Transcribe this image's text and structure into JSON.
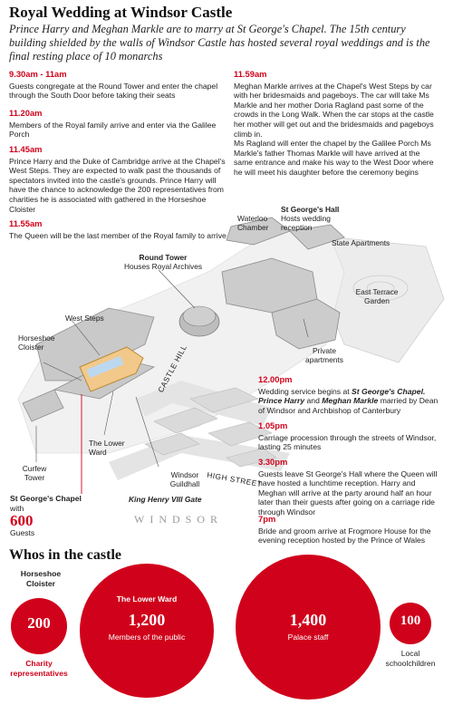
{
  "title": "Royal Wedding at Windsor Castle",
  "intro": "Prince Harry and Meghan Markle are to marry at St George's Chapel. The 15th century building shielded by the walls of Windsor Castle has hosted several royal weddings and is the final resting place of 10 monarchs",
  "events": [
    {
      "time": "9.30am - 11am",
      "text": "Guests congregate at the Round Tower and enter the chapel through the South Door before taking their seats"
    },
    {
      "time": "11.20am",
      "text": "Members of the Royal family arrive and enter via the Galilee Porch"
    },
    {
      "time": "11.45am",
      "text": "Prince Harry and the Duke of Cambridge arrive at the Chapel's West Steps. They are expected to walk past the thousands of spectators invited into the castle's grounds. Prince Harry will have the chance to acknowledge the 200 representatives from charities he is associated with gathered in the Horseshoe Cloister"
    },
    {
      "time": "11.55am",
      "text": "The Queen will be the last member of the Royal family to arrive"
    },
    {
      "time": "11.59am",
      "text": "Meghan Markle arrives at the Chapel's West Steps by car with her bridesmaids and pageboys. The car will take Ms Markle and her mother Doria Ragland past some of the crowds in the Long Walk. When the car stops at the castle her mother will get out and the bridesmaids and pageboys climb in.",
      "text2": "Ms Ragland will enter the chapel by the Galilee Porch Ms Markle's father Thomas Markle will have arrived at the same entrance and make his way to the West Door where he will meet his daughter before the ceremony begins"
    },
    {
      "time": "12.00pm",
      "pre": "Wedding service begins at ",
      "place": "St George's Chapel.",
      "harry": "Prince Harry",
      "and": " and ",
      "meghan": "Meghan Markle",
      "post": " married by Dean of Windsor and Archbishop of Canterbury"
    },
    {
      "time": "1.05pm",
      "text": "Carriage procession through the streets of Windsor, lasting 25 minutes"
    },
    {
      "time": "3.30pm",
      "text": "Guests leave St George's Hall where the Queen will have hosted a lunchtime reception. Harry and Meghan will arrive at the party around half an hour later than their guests after going on a carriage ride through Windsor"
    },
    {
      "time": "7pm",
      "text": "Bride and groom arrive at Frogmore House for the evening reception hosted by the Prince of Wales"
    }
  ],
  "map_labels": {
    "waterloo": "Waterloo Chamber",
    "sg_hall": "St George's Hall",
    "sg_hall_sub": "Hosts wedding reception",
    "state_apartments": "State Apartments",
    "round_tower": "Round Tower",
    "round_tower_sub": "Houses Royal Archives",
    "east_terrace": "East Terrace Garden",
    "west_steps": "West Steps",
    "horseshoe": "Horseshoe Cloister",
    "private_apartments": "Private apartments",
    "castle_hill": "CASTLE HILL",
    "lower_ward": "The Lower Ward",
    "curfew": "Curfew Tower",
    "guildhall": "Windsor Guildhall",
    "high_street": "HIGH STREET",
    "henry_gate": "King Henry VIII Gate",
    "windsor": "WINDSOR"
  },
  "chapel": {
    "name": "St George's Chapel",
    "with": "with",
    "number": "600",
    "unit": "Guests"
  },
  "whos": {
    "heading": "Whos in the castle",
    "groups": [
      {
        "label": "Horseshoe Cloister",
        "number": "200",
        "desc": "Charity representatives"
      },
      {
        "label": "The Lower Ward",
        "number": "1,200",
        "desc": "Members of the public"
      },
      {
        "label": "",
        "number": "1,400",
        "desc": "Palace staff"
      },
      {
        "label": "",
        "number": "100",
        "desc": "Local schoolchildren"
      }
    ]
  },
  "colors": {
    "accent": "#d0021b",
    "building": "#c9c9c9",
    "road": "#e6e6e6",
    "lawn": "#eeeeee"
  }
}
